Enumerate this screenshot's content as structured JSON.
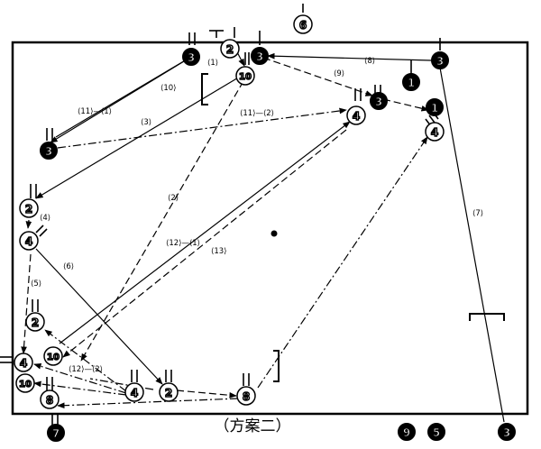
{
  "caption": "（方案二）",
  "players_outline": {
    "top6": "6",
    "p2_top": "2",
    "p10_top": "10",
    "p4_right": "4",
    "p4_far": "4",
    "p2_left": "2",
    "p4_left": "4",
    "p2_lower": "2",
    "p4_corner": "4",
    "p10_lower": "10",
    "p10_corner": "10",
    "p8_bottom": "8",
    "p4_bottom": "4",
    "p2_bottom": "2",
    "p8_mid": "8"
  },
  "players_filled": {
    "p3_topleft": "3",
    "p3_topmid": "3",
    "p3_right": "3",
    "p3_mid": "3",
    "p1_a": "1",
    "p1_b": "1",
    "p3_left": "3",
    "p7": "7",
    "p9": "9",
    "p5": "5",
    "p3_bottomright": "3"
  },
  "labels": {
    "l1": "⟨1⟩",
    "l10": "⟨10⟩",
    "l8": "⟨8⟩",
    "l9": "⟨9⟩",
    "l11_1": "⟨11⟩—⟨1⟩",
    "l11_2": "⟨11⟩—⟨2⟩",
    "l3": "⟨3⟩",
    "l2": "⟨2⟩",
    "l4": "⟨4⟩",
    "l7": "⟨7⟩",
    "l12_1": "⟨12⟩—⟨1⟩",
    "l13": "⟨13⟩",
    "l6": "⟨6⟩",
    "l5": "⟨5⟩",
    "l12_2": "⟨12⟩—⟨2⟩"
  },
  "colors": {
    "line": "#000000",
    "background": "#ffffff"
  }
}
